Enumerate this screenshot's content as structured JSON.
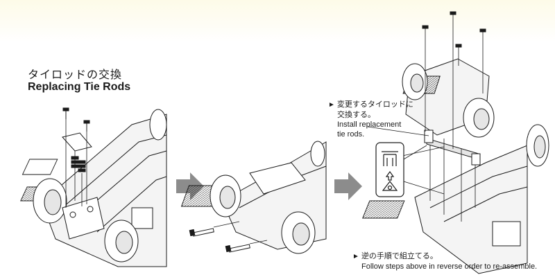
{
  "heading": {
    "title_jp": "タイロッドの交換",
    "title_en": "Replacing Tie Rods"
  },
  "notes": {
    "install_jp_line1": "変更するタイロッドに",
    "install_jp_line2": "交換する。",
    "install_en_line1": "Install replacement",
    "install_en_line2": "tie rods.",
    "reassemble_jp": "逆の手順で組立てる。",
    "reassemble_en": "Follow steps above in reverse order to re-assemble."
  },
  "icons": {
    "step_arrow": "right-arrow-icon",
    "pointer": "triangle-pointer-icon",
    "tie_rod_hook": "tie-rod-icon"
  },
  "colors": {
    "arrow_gray": "#8c8c8c",
    "line": "#1a1a1a",
    "part_fill": "#e6e6e6"
  }
}
